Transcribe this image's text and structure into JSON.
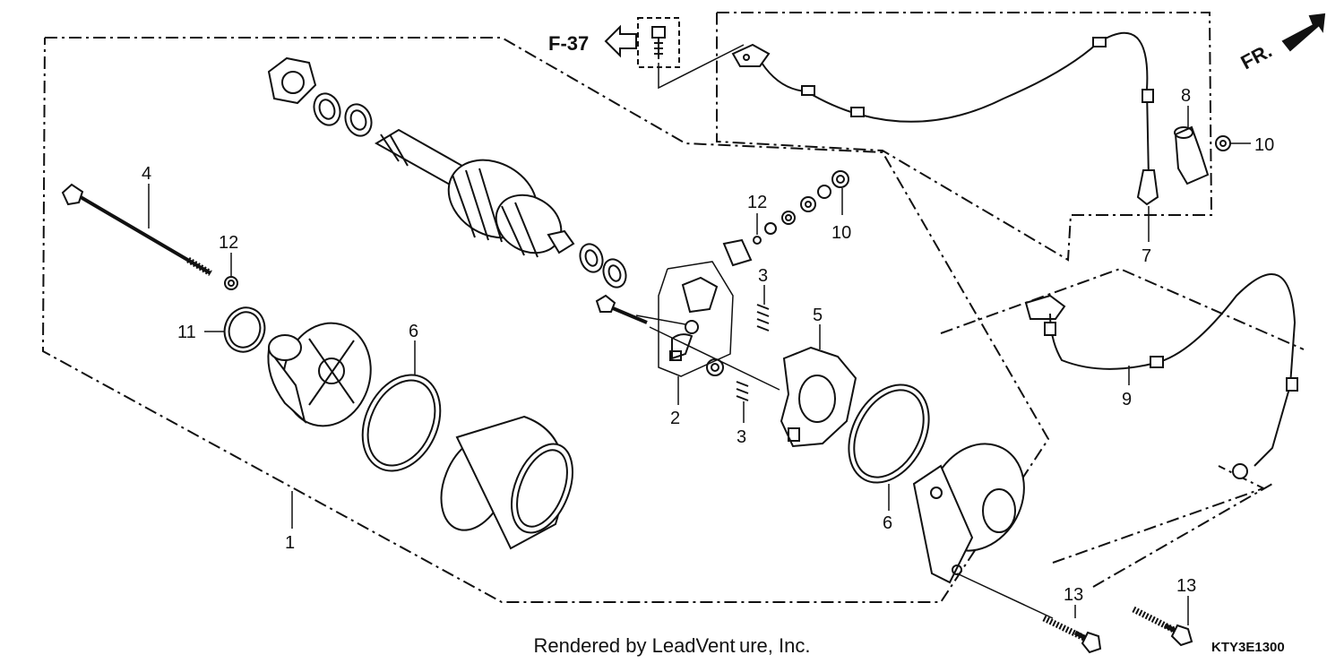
{
  "diagram": {
    "reference": "F-37",
    "direction_marker": "FR.",
    "callouts": [
      {
        "id": "c1",
        "text": "1"
      },
      {
        "id": "c2",
        "text": "2"
      },
      {
        "id": "c3a",
        "text": "3"
      },
      {
        "id": "c3b",
        "text": "3"
      },
      {
        "id": "c4",
        "text": "4"
      },
      {
        "id": "c5",
        "text": "5"
      },
      {
        "id": "c6a",
        "text": "6"
      },
      {
        "id": "c6b",
        "text": "6"
      },
      {
        "id": "c7",
        "text": "7"
      },
      {
        "id": "c8",
        "text": "8"
      },
      {
        "id": "c9",
        "text": "9"
      },
      {
        "id": "c10a",
        "text": "10"
      },
      {
        "id": "c10b",
        "text": "10"
      },
      {
        "id": "c11",
        "text": "11"
      },
      {
        "id": "c12a",
        "text": "12"
      },
      {
        "id": "c12b",
        "text": "12"
      },
      {
        "id": "c13a",
        "text": "13"
      },
      {
        "id": "c13b",
        "text": "13"
      }
    ],
    "footer": "Rendered by LeadVent ure, Inc.",
    "drawing_code": "KTY3E1300"
  },
  "colors": {
    "ink": "#111111",
    "fill": "#ffffff",
    "shade": "#cfcfcf"
  }
}
